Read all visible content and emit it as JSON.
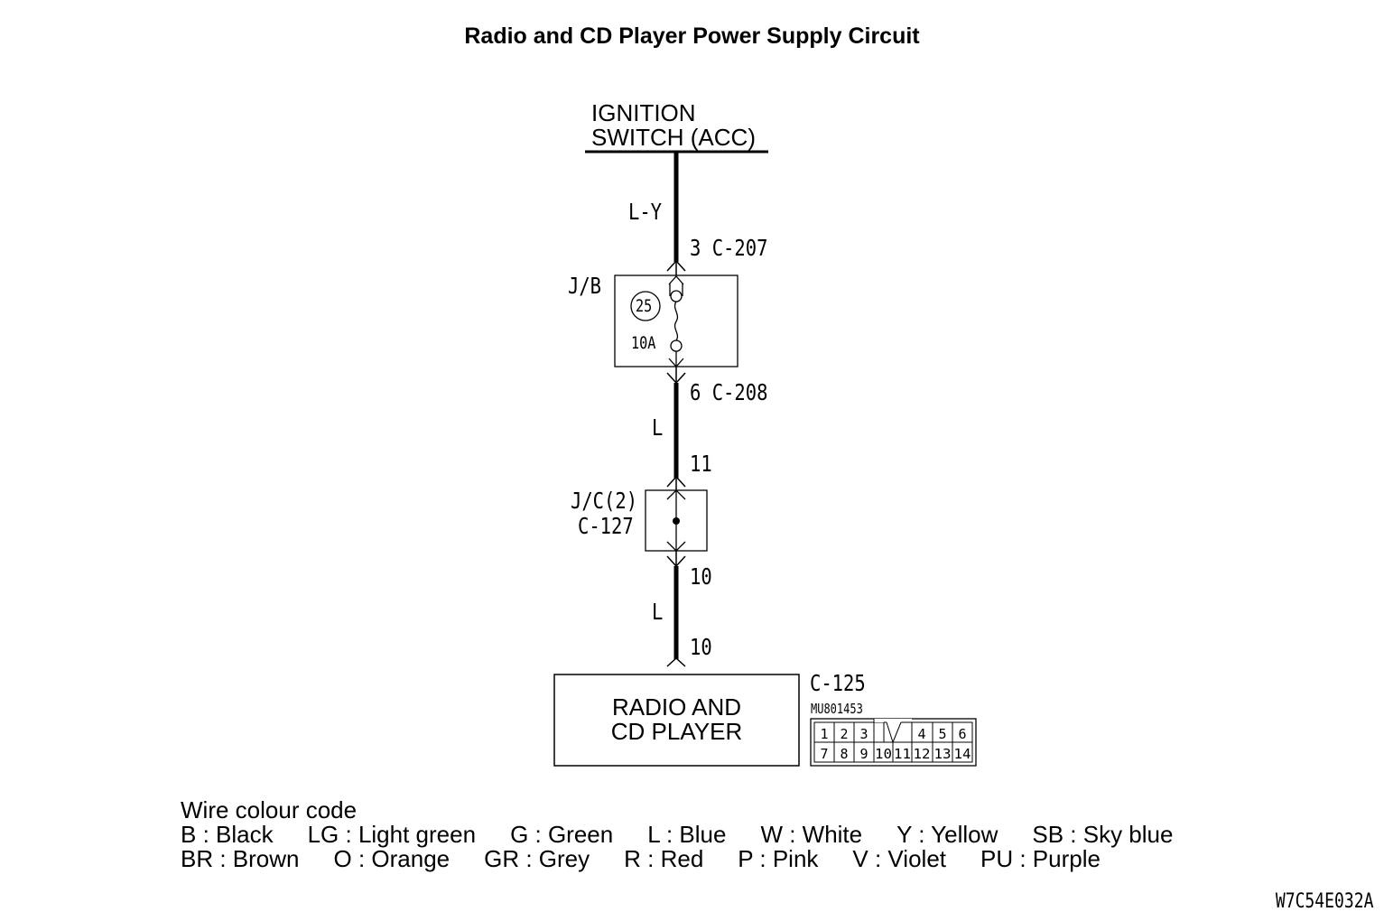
{
  "title": "Radio and CD Player Power Supply Circuit",
  "source": {
    "line1": "IGNITION",
    "line2": "SWITCH (ACC)"
  },
  "wires": [
    {
      "color_code": "L-Y"
    },
    {
      "color_code": "L"
    },
    {
      "color_code": "L"
    }
  ],
  "connectors": {
    "c207": {
      "pin": "3",
      "id": "C-207"
    },
    "c208": {
      "pin": "6",
      "id": "C-208"
    },
    "jc_in": {
      "pin": "11"
    },
    "jc_out": {
      "pin": "10"
    },
    "c125_in": {
      "pin": "10"
    }
  },
  "junction_block": {
    "label": "J/B",
    "fuse_number": "25",
    "fuse_rating": "10A"
  },
  "joint_connector": {
    "label": "J/C(2)",
    "connector": "C-127"
  },
  "component": {
    "line1": "RADIO AND",
    "line2": "CD PLAYER"
  },
  "connector_face": {
    "id": "C-125",
    "part_number": "MU801453",
    "top_row": [
      "1",
      "2",
      "3",
      "",
      "4",
      "5",
      "6"
    ],
    "bottom_row": [
      "7",
      "8",
      "9",
      "10",
      "11",
      "12",
      "13",
      "14"
    ]
  },
  "legend": {
    "heading": "Wire colour code",
    "row1": [
      "B : Black",
      "LG : Light green",
      "G : Green",
      "L : Blue",
      "W : White",
      "Y : Yellow",
      "SB : Sky blue"
    ],
    "row2": [
      "BR : Brown",
      "O : Orange",
      "GR : Grey",
      "R : Red",
      "P : Pink",
      "V : Violet",
      "PU : Purple"
    ]
  },
  "figure_code": "W7C54E032A"
}
